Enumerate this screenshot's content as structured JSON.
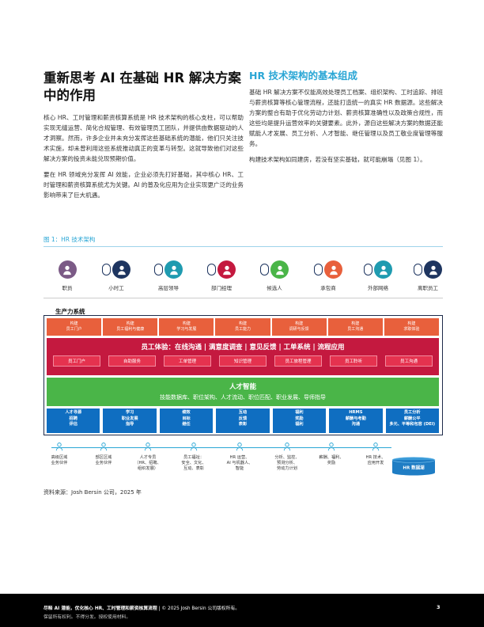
{
  "left": {
    "title": "重新思考 AI 在基础 HR 解决方案中的作用",
    "para1": "核心 HR、工时管理和薪资核算系统是 HR 技术架构的核心支柱，可以帮助实现无缝运营、简化合规管理、有效管理员工团队，并提供由数据驱动的人才洞察。然而，许多企业并未充分发挥这些基础系统的潜能，他们只关注技术实施，却未曾利用这些系统推动真正的变革与转型。这就导致他们对这些解决方案的投资未能兑现预期价值。",
    "para2": "要在 HR 领域充分发挥 AI 效能，企业必须先打好基础，其中核心 HR、工时管理和薪资核算系统尤为关键。AI 的普及化应用为企业实现更广泛的业务影响带来了巨大机遇。"
  },
  "right": {
    "title": "HR 技术架构的基本组成",
    "para1": "基础 HR 解决方案不仅能高效处理员工档案、组织架构、工时追踪、排班与薪资核算等核心管理流程，还能打造统一的真实 HR 数据源。这些解决方案的整合有助于优化劳动力计划、薪资核算准确性以及政策合规性，而这些均是提升运营效率的关键要素。此外，源自这些解决方案的数据还能赋能人才发展、员工分析、人才智能、继任管理以及员工敬业度管理等服务。",
    "para2": "构建技术架构如同建房，若没有坚实基础，就可能崩塌（见图 1）。"
  },
  "figure": {
    "title": "图 1：HR 技术架构",
    "personas": [
      {
        "label": "职员",
        "color": "#7b5a86",
        "icon": "person-icon"
      },
      {
        "label": "小时工",
        "color": "#1e3560",
        "icon": "person-icon"
      },
      {
        "label": "高层领导",
        "color": "#1f9bb0",
        "icon": "person-icon"
      },
      {
        "label": "部门经理",
        "color": "#c4193f",
        "icon": "person-icon"
      },
      {
        "label": "候选人",
        "color": "#4ab548",
        "icon": "person-icon"
      },
      {
        "label": "承包商",
        "color": "#e8603c",
        "icon": "person-icon"
      },
      {
        "label": "外部网络",
        "color": "#1f9bb0",
        "icon": "person-icon"
      },
      {
        "label": "离职员工",
        "color": "#1e3560",
        "icon": "person-icon"
      }
    ],
    "system_label": "生产力系统",
    "orange": [
      [
        "构建",
        "员工门户"
      ],
      [
        "构建",
        "员工福利与健康"
      ],
      [
        "构建",
        "学习与发展"
      ],
      [
        "构建",
        "员工能力"
      ],
      [
        "构建",
        "调研与反馈"
      ],
      [
        "构建",
        "员工沟通"
      ],
      [
        "构建",
        "求职体验"
      ]
    ],
    "red": {
      "title": "员工体验：在线沟通 | 满意度调查 | 意见反馈 | 工单系统 | 流程应用",
      "boxes": [
        "员工门户",
        "自助服务",
        "工单管理",
        "知识管理",
        "员工旅程管理",
        "员工聆听",
        "员工沟通"
      ]
    },
    "green": {
      "title": "人才智能",
      "sub": "技能数据库、职位架构、人才流动、职位匹配、职业发展、导师指导"
    },
    "blue": [
      [
        "人才寻源",
        "招聘",
        "评估"
      ],
      [
        "学习",
        "职业发展",
        "指导"
      ],
      [
        "绩效",
        "目标",
        "继任"
      ],
      [
        "互动",
        "反馈",
        "表彰"
      ],
      [
        "福利",
        "奖励",
        "福利"
      ],
      [
        "HRMS",
        "薪酬与考勤",
        "沟通"
      ],
      [
        "员工分析",
        "薪酬公平",
        "多元、平等和包容 (DEI)"
      ]
    ],
    "roles": [
      [
        "高级区域",
        "业务伙伴"
      ],
      [
        "部区区域",
        "业务伙伴"
      ],
      [
        "人才专员",
        "（HR、招聘、",
        "组织发展）"
      ],
      [
        "员工福祉：",
        "安全、文化、",
        "互动、表彰"
      ],
      [
        "HR 运营、",
        "AI 与机器人、",
        "智能"
      ],
      [
        "分析、监控、",
        "预测分析、",
        "劳动力计划"
      ],
      [
        "薪酬、福利、",
        "奖励"
      ],
      [
        "HR 技术、",
        "应用开发"
      ]
    ],
    "db_label": "HR 数据湖",
    "source": "资料来源：Josh Bersin 公司，2025 年"
  },
  "footer": {
    "bold": "尽释 AI 潜能，优化核心 HR、工时管理和薪资核算流程",
    "rest": " | © 2025 Josh Bersin 公司版权所有。",
    "line2": "保留所有权利。不得分发。授权使用材料。",
    "page": "3"
  },
  "colors": {
    "accent": "#2aa6d5",
    "orange": "#e8603c",
    "red": "#c4193f",
    "green": "#4ab548",
    "blue": "#0f6ec1",
    "navy": "#1e2b4a"
  }
}
